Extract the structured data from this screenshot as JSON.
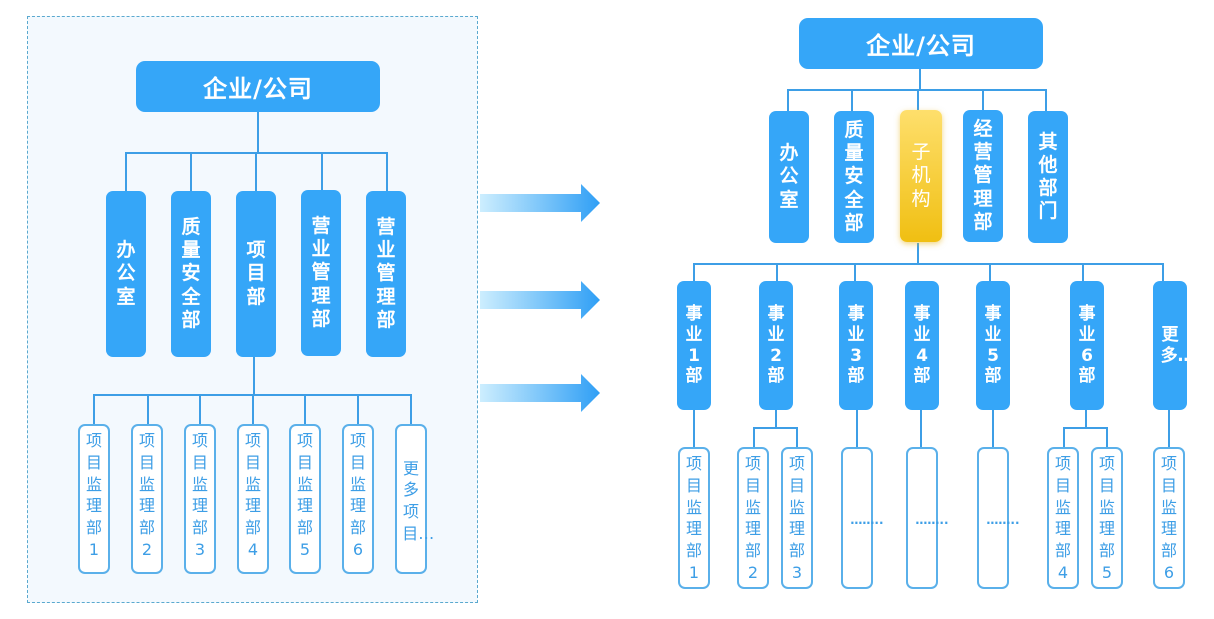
{
  "left_diagram": {
    "root": "企业/公司",
    "departments": [
      {
        "label": "办公室"
      },
      {
        "label": "质量安全部"
      },
      {
        "label": "项目部"
      },
      {
        "label": "营业管理部"
      },
      {
        "label": "营业管理部"
      }
    ],
    "project_units": [
      {
        "label": "项目监理部1"
      },
      {
        "label": "项目监理部2"
      },
      {
        "label": "项目监理部3"
      },
      {
        "label": "项目监理部4"
      },
      {
        "label": "项目监理部5"
      },
      {
        "label": "项目监理部6"
      },
      {
        "label": "更多项目…"
      }
    ]
  },
  "arrows": {
    "count": 3,
    "color_start": "#cdeefe",
    "color_end": "#2f9ff5"
  },
  "right_diagram": {
    "root": "企业/公司",
    "departments": [
      {
        "label": "办公室"
      },
      {
        "label": "质量安全部"
      },
      {
        "label": "子机构",
        "highlight": true
      },
      {
        "label": "经营管理部"
      },
      {
        "label": "其他部门"
      }
    ],
    "business_units": [
      {
        "label": "事业1部"
      },
      {
        "label": "事业2部"
      },
      {
        "label": "事业3部"
      },
      {
        "label": "事业4部"
      },
      {
        "label": "事业5部"
      },
      {
        "label": "事业6部"
      },
      {
        "label": "更多…"
      }
    ],
    "project_units": [
      {
        "label": "项目监理部1",
        "parent": "事业1部"
      },
      {
        "label": "项目监理部2",
        "parent": "事业2部"
      },
      {
        "label": "项目监理部3",
        "parent": "事业2部"
      },
      {
        "label": "……..",
        "parent": "事业3部"
      },
      {
        "label": "……..",
        "parent": "事业4部"
      },
      {
        "label": "……..",
        "parent": "事业5部"
      },
      {
        "label": "项目监理部4",
        "parent": "事业6部"
      },
      {
        "label": "项目监理部5",
        "parent": "事业6部"
      },
      {
        "label": "项目监理部6",
        "parent": "更多…"
      }
    ]
  },
  "colors": {
    "box_blue": "#35a6f8",
    "line_blue": "#3d9ee6",
    "highlight_yellow": "#f6cc33",
    "leaf_text": "#3d9ee6",
    "panel_bg": "#f3f9fe"
  }
}
